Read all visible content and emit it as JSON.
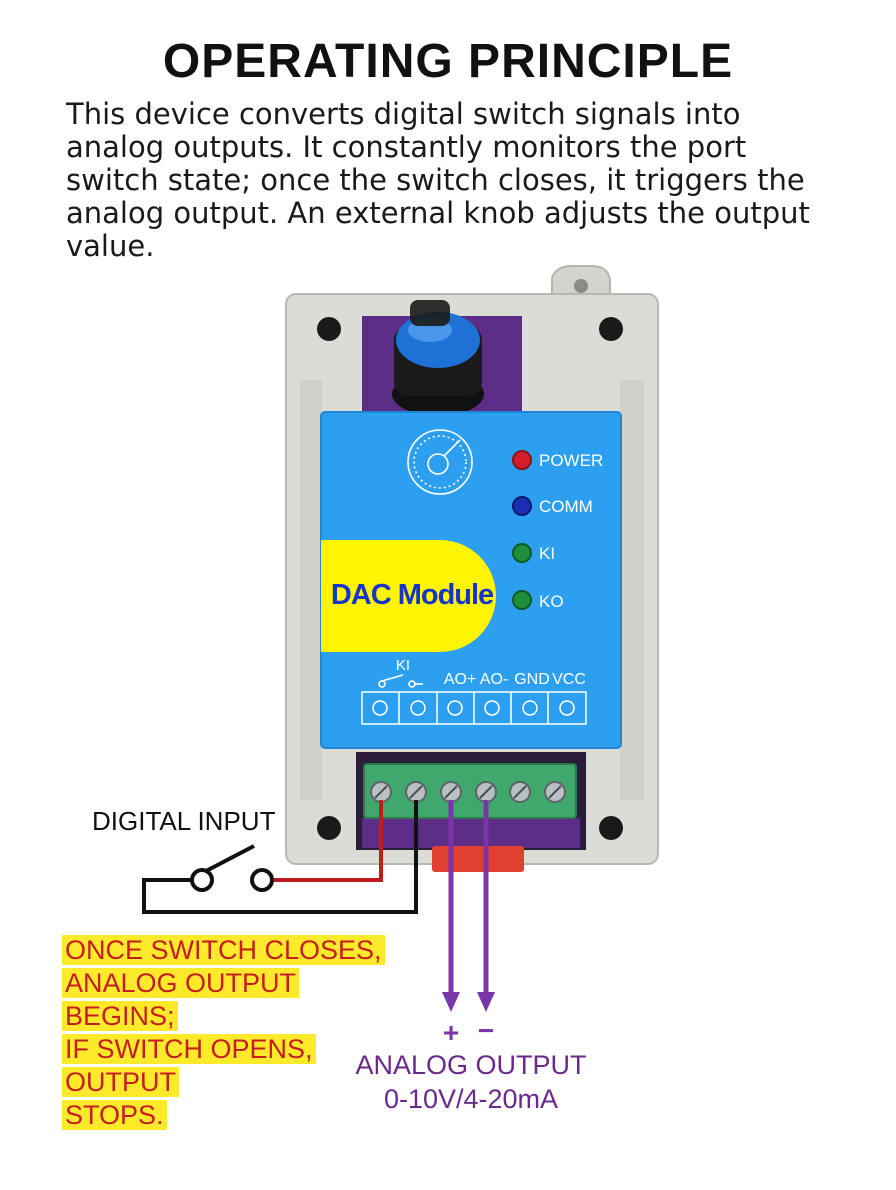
{
  "title": "OPERATING PRINCIPLE",
  "description": "This device converts digital switch signals into analog outputs. It constantly monitors the port switch state; once the switch closes, it triggers the analog output. An  external knob adjusts the output value.",
  "module": {
    "name": "DAC Module",
    "indicators": [
      {
        "label": "POWER",
        "color": "#d41d2a"
      },
      {
        "label": "COMM",
        "color": "#1b2fb3"
      },
      {
        "label": "KI",
        "color": "#1f8e3a"
      },
      {
        "label": "KO",
        "color": "#1f8e3a"
      }
    ],
    "terminal_header": {
      "ki": "KI",
      "ao_plus": "AO+",
      "ao_minus": "AO-",
      "gnd": "GND",
      "vcc": "VCC"
    },
    "colors": {
      "panel": "#2d9ff0",
      "badge": "#fff500",
      "badge_text": "#1735c8",
      "case": "#dcdcd7",
      "terminal": "#3fa86c",
      "knob": "#1e72d6"
    }
  },
  "digital_input": {
    "label": "DIGITAL INPUT",
    "wire_colors": {
      "signal": "#c01c1c",
      "common": "#111111"
    }
  },
  "note_lines": [
    "ONCE SWITCH CLOSES,",
    "ANALOG OUTPUT BEGINS;",
    "IF SWITCH OPENS, OUTPUT",
    "STOPS."
  ],
  "analog_output": {
    "polarity_plus": "+",
    "polarity_minus": "−",
    "label": "ANALOG OUTPUT",
    "range": "0-10V/4-20mA",
    "arrow_color": "#7b35a8"
  }
}
